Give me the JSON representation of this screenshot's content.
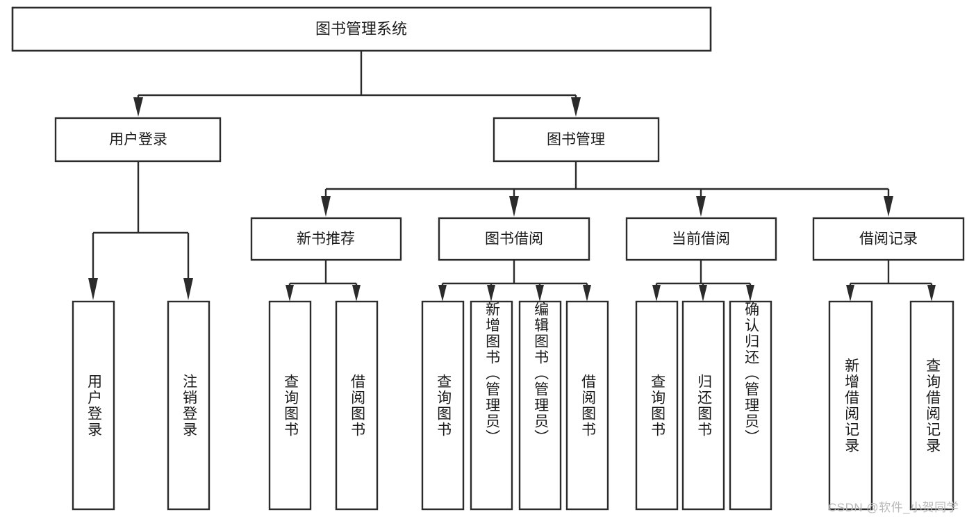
{
  "diagram": {
    "type": "tree",
    "title": "图书管理系统",
    "root": {
      "id": "root",
      "label": "图书管理系统"
    },
    "level2": [
      {
        "id": "user-login",
        "label": "用户登录"
      },
      {
        "id": "book-manage",
        "label": "图书管理"
      }
    ],
    "level3": [
      {
        "id": "new-book-rec",
        "label": "新书推荐",
        "parent": "book-manage"
      },
      {
        "id": "book-borrow",
        "label": "图书借阅",
        "parent": "book-manage"
      },
      {
        "id": "current-borrow",
        "label": "当前借阅",
        "parent": "book-manage"
      },
      {
        "id": "borrow-record",
        "label": "借阅记录",
        "parent": "book-manage"
      }
    ],
    "leaves": [
      {
        "id": "leaf-user-login",
        "label": "用户登录",
        "parent": "user-login"
      },
      {
        "id": "leaf-user-logout",
        "label": "注销登录",
        "parent": "user-login"
      },
      {
        "id": "leaf-query-book-rec",
        "label": "查询图书",
        "parent": "new-book-rec"
      },
      {
        "id": "leaf-borrow-book-rec",
        "label": "借阅图书",
        "parent": "new-book-rec"
      },
      {
        "id": "leaf-query-book-borrow",
        "label": "查询图书",
        "parent": "book-borrow"
      },
      {
        "id": "leaf-add-book",
        "label": "新增图书（管理员）",
        "parent": "book-borrow"
      },
      {
        "id": "leaf-edit-book",
        "label": "编辑图书（管理员）",
        "parent": "book-borrow"
      },
      {
        "id": "leaf-borrow-book",
        "label": "借阅图书",
        "parent": "book-borrow"
      },
      {
        "id": "leaf-query-book-cur",
        "label": "查询图书",
        "parent": "current-borrow"
      },
      {
        "id": "leaf-return-book",
        "label": "归还图书",
        "parent": "current-borrow"
      },
      {
        "id": "leaf-confirm-return",
        "label": "确认归还（管理员）",
        "parent": "current-borrow"
      },
      {
        "id": "leaf-add-record",
        "label": "新增借阅记录",
        "parent": "borrow-record"
      },
      {
        "id": "leaf-query-record",
        "label": "查询借阅记录",
        "parent": "borrow-record"
      }
    ],
    "colors": {
      "box_fill": "#ffffff",
      "box_stroke": "#2b2b2b",
      "text": "#1a1a1a",
      "background": "#ffffff",
      "watermark": "#b9b9b9"
    }
  },
  "watermark": {
    "text": "CSDN @软件_小贺同学"
  }
}
